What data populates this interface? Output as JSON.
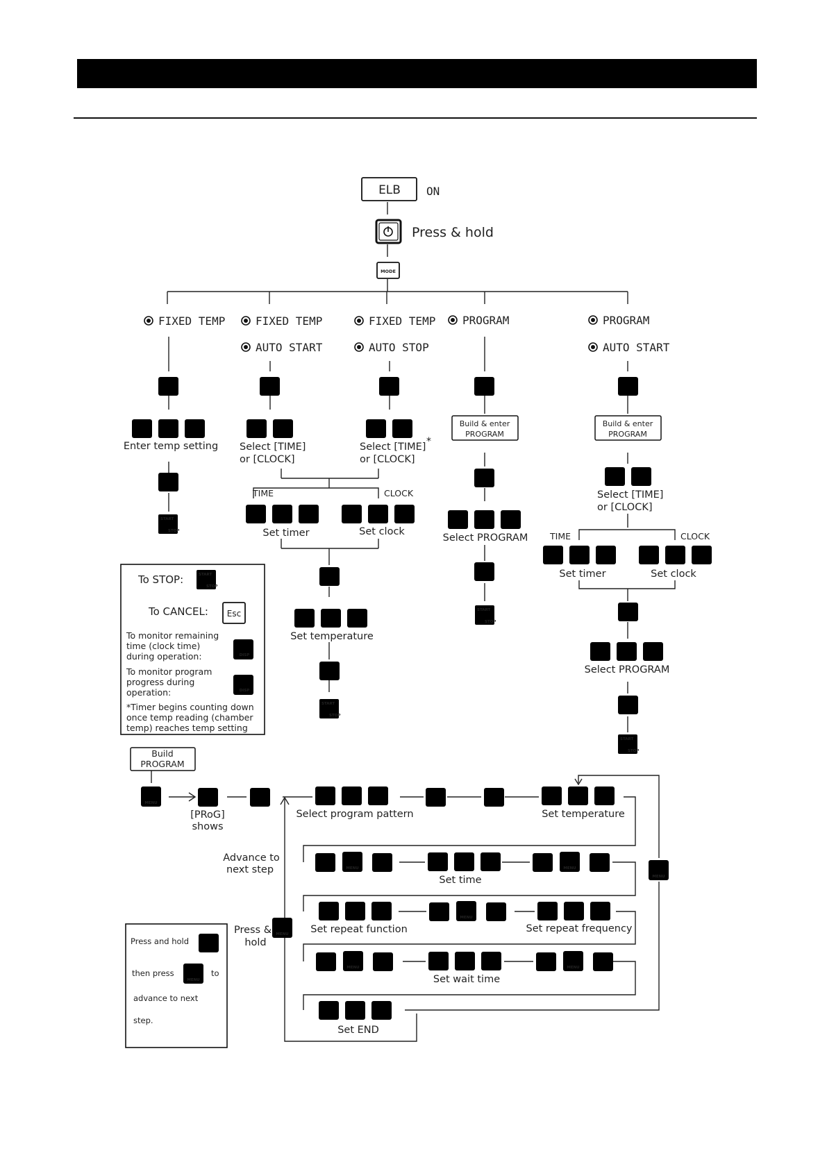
{
  "top": {
    "elb": "ELB",
    "on": "ON",
    "press_hold": "Press & hold",
    "mode_key": "MODE"
  },
  "modes": {
    "fixed_temp": "FIXED TEMP",
    "auto_start": "AUTO START",
    "auto_stop": "AUTO STOP",
    "program": "PROGRAM"
  },
  "col1": {
    "enter_temp": "Enter temp setting"
  },
  "col2": {
    "select_1": "Select [TIME]",
    "select_2": "or [CLOCK]"
  },
  "col3": {
    "select_1": "Select [TIME]",
    "select_2": "or [CLOCK]",
    "asterisk": "*"
  },
  "branch": {
    "time": "TIME",
    "clock": "CLOCK",
    "set_timer": "Set timer",
    "set_clock": "Set clock",
    "set_temperature": "Set temperature"
  },
  "col4": {
    "build_1": "Build & enter",
    "build_2": "PROGRAM",
    "select_program": "Select PROGRAM"
  },
  "col5": {
    "build_1": "Build & enter",
    "build_2": "PROGRAM",
    "select_1": "Select [TIME]",
    "select_2": "or [CLOCK]",
    "select_program": "Select PROGRAM"
  },
  "keys": {
    "start_1": "START",
    "stop_1": "STOP",
    "esc": "Esc",
    "disp": "DISP",
    "menu": "MENU"
  },
  "legend": {
    "to_stop": "To STOP:",
    "to_cancel": "To CANCEL:",
    "mon_time_1": "To monitor remaining",
    "mon_time_2": "time (clock time)",
    "mon_time_3": "during operation:",
    "mon_prog_1": "To monitor program",
    "mon_prog_2": "progress during",
    "mon_prog_3": "operation:",
    "note_1": "*Timer begins counting down",
    "note_2": "once temp reading (chamber",
    "note_3": "temp) reaches temp setting"
  },
  "build": {
    "title_1": "Build",
    "title_2": "PROGRAM",
    "prog_1": "[PRoG]",
    "prog_2": "shows",
    "advance_1": "Advance to",
    "advance_2": "next step",
    "select_pattern": "Select program pattern",
    "set_temperature": "Set temperature",
    "set_time": "Set time",
    "set_repeat_function": "Set repeat function",
    "set_repeat_frequency": "Set repeat frequency",
    "set_wait_time": "Set wait time",
    "set_end": "Set END",
    "press_1": "Press &",
    "press_2": "hold"
  },
  "note2": {
    "line_1": "Press and hold",
    "line_2a": "then press",
    "line_2b": "to",
    "line_3": "advance to next",
    "line_4": "step."
  }
}
